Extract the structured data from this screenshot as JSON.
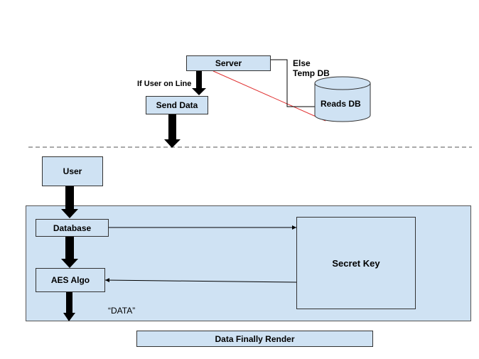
{
  "top": {
    "server": "Server",
    "condition": "If User on Line",
    "send_data": "Send Data",
    "else_line1": "Else",
    "else_line2": "Temp DB",
    "reads_db": "Reads DB"
  },
  "bottom": {
    "user": "User",
    "database": "Database",
    "aes": "AES Algo",
    "secret_key": "Secret Key",
    "data_label": "“DATA”",
    "final": "Data Finally Render"
  },
  "colors": {
    "box_fill": "#cfe2f3",
    "red_line": "#e03030",
    "arrow": "#000000"
  }
}
